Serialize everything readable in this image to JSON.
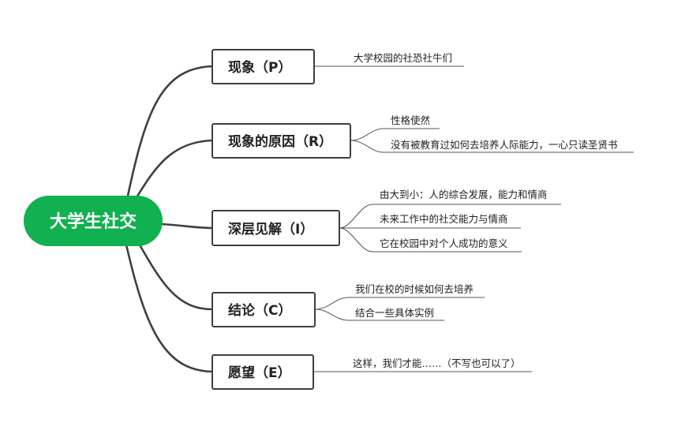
{
  "mindmap": {
    "root": {
      "label": "大学生社交",
      "color": "#11b050"
    },
    "branches": [
      {
        "label": "现象（P）",
        "children": [
          "大学校园的社恐社牛们"
        ]
      },
      {
        "label": "现象的原因（R）",
        "children": [
          "性格使然",
          "没有被教育过如何去培养人际能力，一心只读圣贤书"
        ]
      },
      {
        "label": "深层见解（I）",
        "children": [
          "由大到小：人的综合发展，能力和情商",
          "未来工作中的社交能力与情商",
          "它在校园中对个人成功的意义"
        ]
      },
      {
        "label": "结论（C）",
        "children": [
          "我们在校的时候如何去培养",
          "结合一些具体实例"
        ]
      },
      {
        "label": "愿望（E）",
        "children": [
          "这样，我们才能……（不写也可以了）"
        ]
      }
    ],
    "line_color": "#3f3f3f"
  }
}
